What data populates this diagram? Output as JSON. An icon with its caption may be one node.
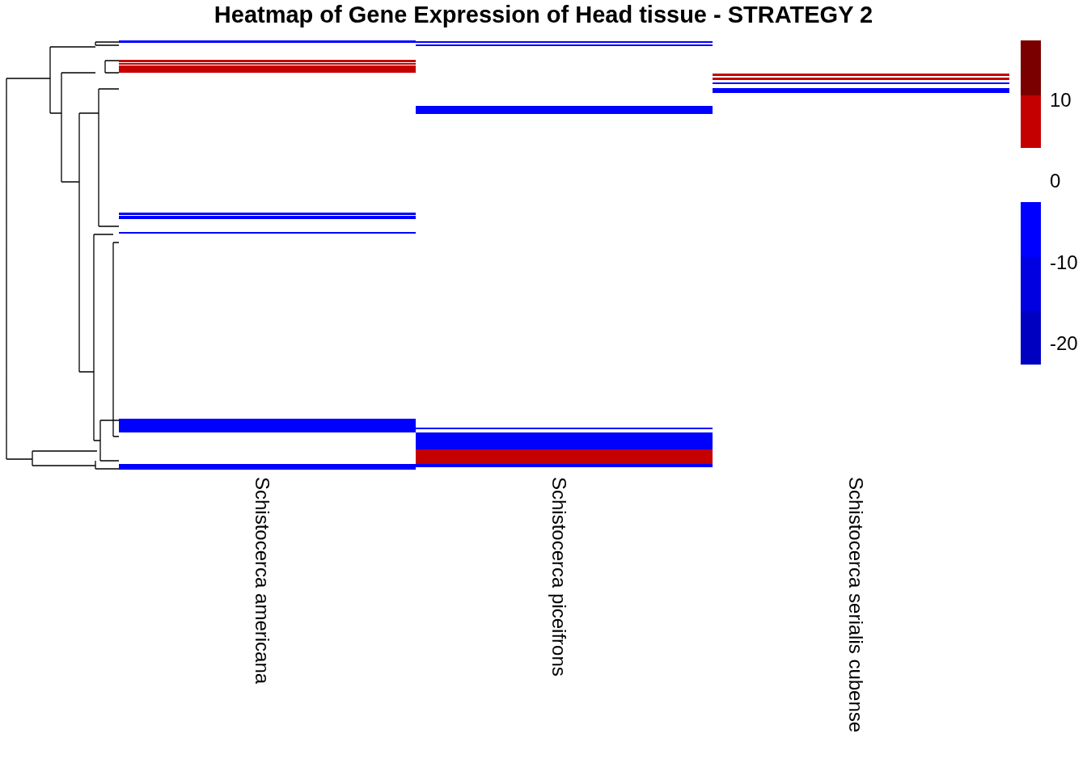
{
  "diagram": {
    "title": "Heatmap of Gene Expression of Head tissue - STRATEGY 2",
    "labels": [
      "Schistocerca americana",
      "Schistocerca piceifrons",
      "Schistocerca serialis cubense",
      "10",
      "0",
      "-10",
      "-20"
    ]
  }
}
